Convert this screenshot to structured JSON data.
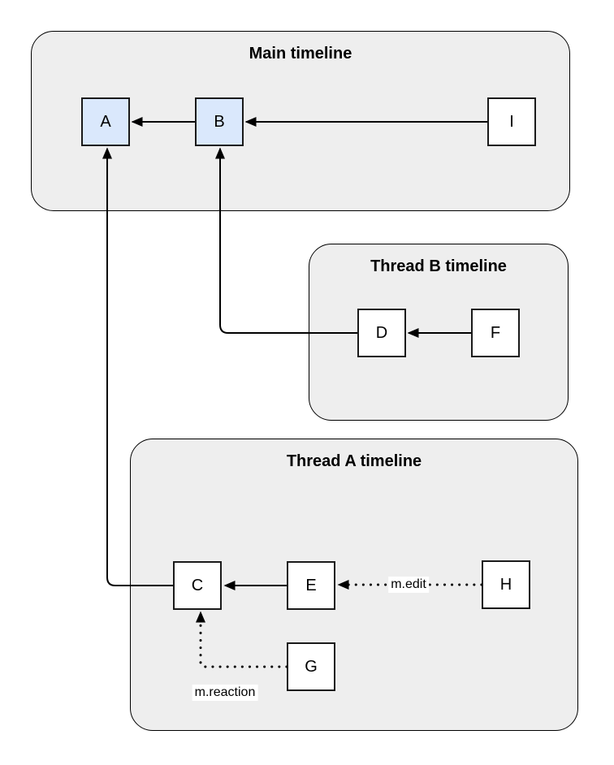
{
  "diagram": {
    "containers": {
      "main": {
        "title": "Main timeline"
      },
      "thread_b": {
        "title": "Thread B timeline"
      },
      "thread_a": {
        "title": "Thread A timeline"
      }
    },
    "nodes": {
      "A": {
        "label": "A",
        "highlighted": true
      },
      "B": {
        "label": "B",
        "highlighted": true
      },
      "I": {
        "label": "I",
        "highlighted": false
      },
      "D": {
        "label": "D",
        "highlighted": false
      },
      "F": {
        "label": "F",
        "highlighted": false
      },
      "C": {
        "label": "C",
        "highlighted": false
      },
      "E": {
        "label": "E",
        "highlighted": false
      },
      "H": {
        "label": "H",
        "highlighted": false
      },
      "G": {
        "label": "G",
        "highlighted": false
      }
    },
    "edges": {
      "b_to_a": {
        "from": "B",
        "to": "A",
        "style": "solid"
      },
      "i_to_b": {
        "from": "I",
        "to": "B",
        "style": "solid"
      },
      "f_to_d": {
        "from": "F",
        "to": "D",
        "style": "solid"
      },
      "d_to_b": {
        "from": "D",
        "to": "B",
        "style": "solid"
      },
      "e_to_c": {
        "from": "E",
        "to": "C",
        "style": "solid"
      },
      "c_to_a": {
        "from": "C",
        "to": "A",
        "style": "solid"
      },
      "h_to_e": {
        "from": "H",
        "to": "E",
        "style": "dotted",
        "label": "m.edit"
      },
      "g_to_c": {
        "from": "G",
        "to": "C",
        "style": "dotted",
        "label": "m.reaction"
      }
    },
    "colors": {
      "container_fill": "#eeeeee",
      "container_stroke": "#000000",
      "node_fill_highlight": "#dae8fc",
      "node_fill": "#ffffff",
      "node_stroke": "#1a1a1a",
      "edge_color": "#000000",
      "label_bg": "#ffffff"
    }
  }
}
